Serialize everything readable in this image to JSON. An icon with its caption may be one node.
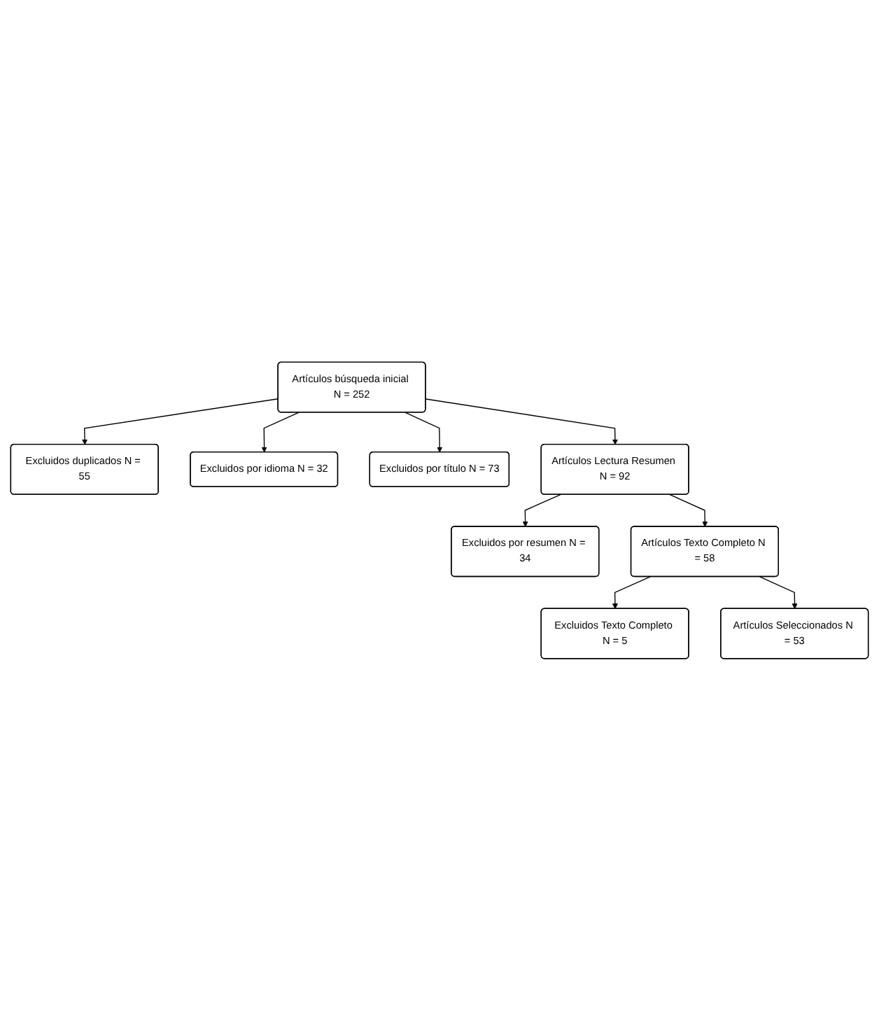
{
  "diagram": {
    "nodes": [
      {
        "text": [
          "Artículos búsqueda inicial N = 252"
        ]
      },
      {
        "text": [
          "Excluidos duplicados N = 55"
        ]
      },
      {
        "text": [
          "Excluidos por idioma N = 32"
        ]
      },
      {
        "text": [
          "Excluidos por título N = 73"
        ]
      },
      {
        "text": [
          "Artículos Lectura Resumen N = 92"
        ]
      },
      {
        "text": [
          "Excluidos por resumen N = 34"
        ]
      },
      {
        "text": [
          "Artículos Texto Completo N = 58"
        ]
      },
      {
        "text": [
          "Excluidos Texto Completo N = 5"
        ]
      },
      {
        "text": [
          "Artículos Seleccionados N = 53"
        ]
      }
    ],
    "edges": [
      {
        "from": 0,
        "to": 1,
        "arrow": "to"
      },
      {
        "from": 0,
        "to": 2,
        "arrow": "to"
      },
      {
        "from": 0,
        "to": 3,
        "arrow": "to"
      },
      {
        "from": 0,
        "to": 4,
        "arrow": "to"
      },
      {
        "from": 4,
        "to": 5,
        "arrow": "to"
      },
      {
        "from": 4,
        "to": 6,
        "arrow": "to"
      },
      {
        "from": 6,
        "to": 7,
        "arrow": "to"
      },
      {
        "from": 6,
        "to": 8,
        "arrow": "to"
      }
    ]
  }
}
